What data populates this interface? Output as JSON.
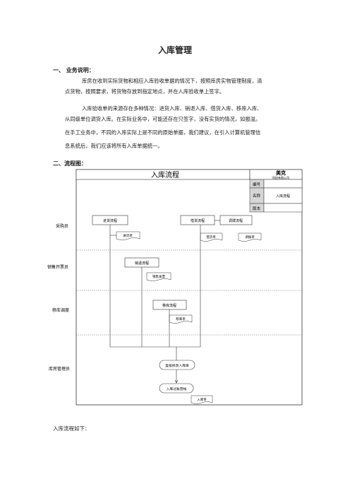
{
  "doc": {
    "title": "入库管理",
    "s1_heading": "一、 业务说明：",
    "p1_l1": "库房在收到实际货物和相应入库验收单据的情况下，按照库房实物管理制度，清",
    "p1_l2": "点货物，按照要求，将货物存放到指定地点，并在入库验收单上签字。",
    "p2_l1": "入库验收单的来源存在多种情况：进货入库、销退入库、借货入库、移库入库、",
    "p2_l2": "从同级单位调货入库。在实际业务中，可能还存在只签字，没有实货的情况，如报溢。",
    "p2_l3": "在手工业务中，不同的入库实际上是不同的原始单据，我们建议，在引入计算机管理信",
    "p2_l4": "息系统后，我们应该将所有入库单据统一。",
    "s2_heading": "二、流程图：",
    "footer": "入库流程如下："
  },
  "flow": {
    "title": "入库流程",
    "logo_main": "美克",
    "logo_sub": "科技有限公司",
    "info_rows": [
      {
        "label": "编号",
        "value": ""
      },
      {
        "label": "名称",
        "value": "入库流程"
      },
      {
        "label": "版本",
        "value": ""
      }
    ],
    "lanes": [
      "采购员",
      "销售开票员",
      "移库调度",
      "库房管理员"
    ],
    "processes": {
      "purchase": "进货流程",
      "borrow": "借货流程",
      "transfer_dept": "调拨流程",
      "sales": "销退流程",
      "move": "移库流程",
      "review": "复核修改入库单",
      "stock": "入库过账营帐"
    },
    "docs": {
      "purchase_doc": "进货单",
      "borrow_doc": "借货单",
      "transfer_doc": "调拨单",
      "sales_doc": "销售发票",
      "move_doc": "移库单",
      "stock_doc": "入库单"
    },
    "colors": {
      "line": "#333333",
      "logo_bg": "#cfcfcf",
      "label_bg": "#d6d6d6"
    }
  }
}
